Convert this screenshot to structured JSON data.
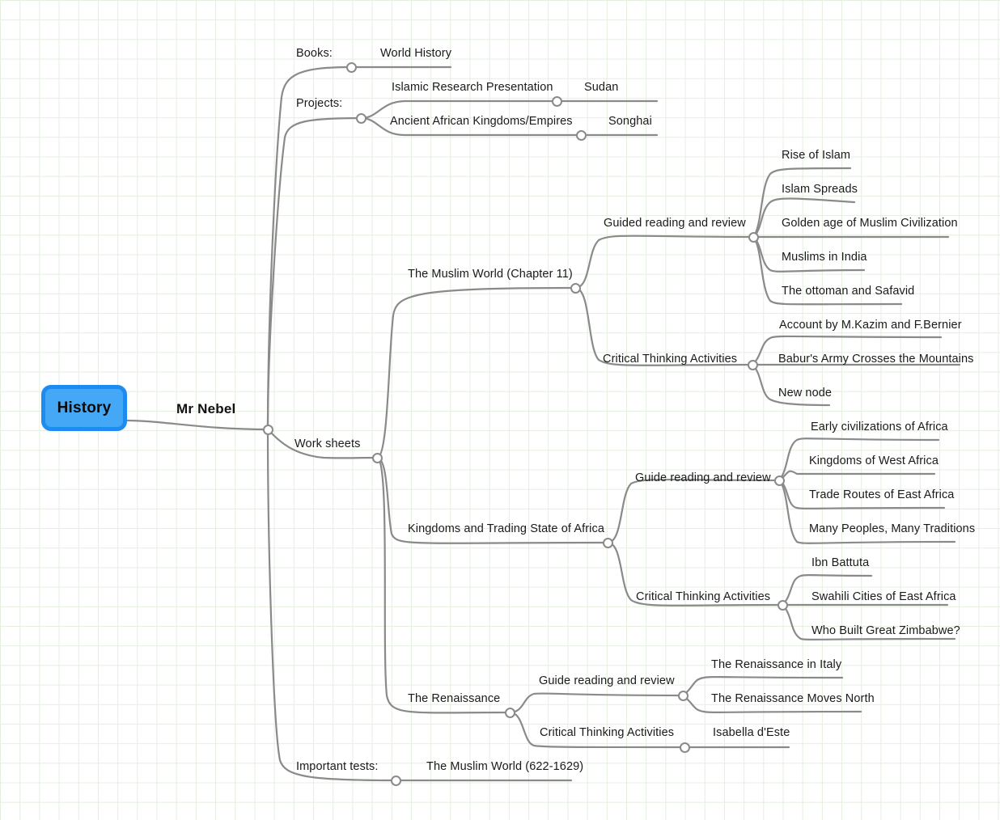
{
  "map": {
    "root": {
      "label": "History",
      "color_fill": "#45a8f7",
      "color_border": "#1d8cf0"
    },
    "root_branch_label": "Mr Nebel",
    "grid_color": "#e4efe0",
    "edge_color": "#8a8a8a"
  },
  "branches": {
    "books": {
      "label": "Books:",
      "child": "World History"
    },
    "projects": {
      "label": "Projects:",
      "items": [
        {
          "label": "Islamic Research Presentation",
          "child": "Sudan"
        },
        {
          "label": "Ancient African Kingdoms/Empires",
          "child": "Songhai"
        }
      ]
    },
    "worksheets": {
      "label": "Work sheets",
      "topics": [
        {
          "label": "The Muslim World (Chapter 11)",
          "groups": [
            {
              "label": "Guided reading and review",
              "leaves": [
                "Rise of Islam",
                "Islam Spreads",
                "Golden age of Muslim Civilization",
                "Muslims in India",
                "The ottoman and Safavid"
              ]
            },
            {
              "label": "Critical Thinking Activities",
              "leaves": [
                "Account by M.Kazim and F.Bernier",
                "Babur's Army Crosses the Mountains",
                "New node"
              ]
            }
          ]
        },
        {
          "label": "Kingdoms and Trading State of Africa",
          "groups": [
            {
              "label": "Guide reading and review",
              "leaves": [
                "Early civilizations of Africa",
                "Kingdoms of West Africa",
                "Trade Routes of East Africa",
                "Many Peoples, Many Traditions"
              ]
            },
            {
              "label": "Critical Thinking Activities",
              "leaves": [
                "Ibn Battuta",
                "Swahili Cities of East Africa",
                "Who Built Great Zimbabwe?"
              ]
            }
          ]
        },
        {
          "label": "The Renaissance",
          "groups": [
            {
              "label": "Guide reading and review",
              "leaves": [
                "The Renaissance in Italy",
                "The Renaissance Moves North"
              ]
            },
            {
              "label": "Critical Thinking Activities",
              "leaves": [
                "Isabella d'Este"
              ]
            }
          ]
        }
      ]
    },
    "tests": {
      "label": "Important tests:",
      "child": "The Muslim World (622-1629)"
    }
  }
}
